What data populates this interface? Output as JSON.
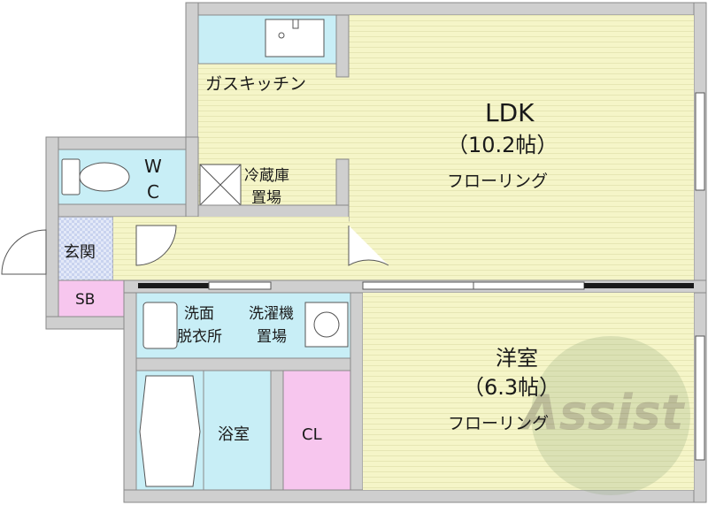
{
  "rooms": {
    "kitchen_label": "ガスキッチン",
    "ldk_name": "LDK",
    "ldk_size": "（10.2帖）",
    "ldk_floor": "フローリング",
    "fridge_line1": "冷蔵庫",
    "fridge_line2": "置場",
    "wc_line1": "W",
    "wc_line2": "C",
    "genkan": "玄関",
    "sb": "SB",
    "washroom_line1": "洗面",
    "washroom_line2": "脱衣所",
    "washer_line1": "洗濯機",
    "washer_line2": "置場",
    "yoshitsu_name": "洋室",
    "yoshitsu_size": "（6.3帖）",
    "yoshitsu_floor": "フローリング",
    "bath": "浴室",
    "closet": "CL"
  },
  "watermark": "Assist",
  "colors": {
    "floor": "#f5f5c8",
    "wet_area": "#c8eef6",
    "closet": "#f7c6ee",
    "wall": "#cfcfcf",
    "tile": "#dbe3f7"
  }
}
